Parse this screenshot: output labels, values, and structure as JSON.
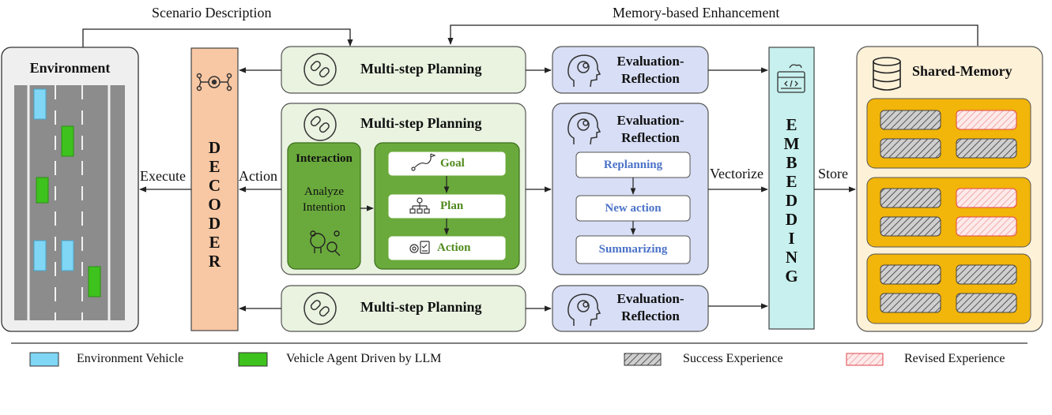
{
  "top_labels": {
    "scenario": "Scenario Description",
    "memory": "Memory-based Enhancement"
  },
  "environment": {
    "title": "Environment"
  },
  "decoder": {
    "letters": [
      "D",
      "E",
      "C",
      "O",
      "D",
      "E",
      "R"
    ]
  },
  "embedding": {
    "letters": [
      "E",
      "M",
      "B",
      "E",
      "D",
      "D",
      "I",
      "N",
      "G"
    ]
  },
  "planning": {
    "top_title": "Multi-step Planning",
    "middle_title": "Multi-step Planning",
    "bottom_title": "Multi-step Planning",
    "interaction_title": "Interaction",
    "interaction_line1": "Analyze",
    "interaction_line2": "Intention",
    "steps": [
      "Goal",
      "Plan",
      "Action"
    ]
  },
  "evaluation": {
    "top": [
      "Evaluation-",
      "Reflection"
    ],
    "middle": [
      "Evaluation-",
      "Reflection"
    ],
    "bottom": [
      "Evaluation-",
      "Reflection"
    ],
    "steps": [
      "Replanning",
      "New action",
      "Summarizing"
    ]
  },
  "flow_labels": {
    "execute": "Execute",
    "action": "Action",
    "vectorize": "Vectorize",
    "store": "Store"
  },
  "memory": {
    "title": "Shared-Memory"
  },
  "legend": {
    "env_vehicle": "Environment Vehicle",
    "agent_vehicle": "Vehicle Agent Driven by LLM",
    "success": "Success Experience",
    "revised": "Revised Experience"
  },
  "colors": {
    "env_vehicle": "#7fd6f5",
    "agent_vehicle": "#3ec21d",
    "decoder": "#f8c7a3",
    "embedding": "#c7f0ee",
    "planning_bg": "#e9f3e0",
    "interaction": "#6aaa3c",
    "evaluation_bg": "#d7def5",
    "memory_bg": "#fdf1d8",
    "memory_group": "#f2b509",
    "revised_stroke": "#e0464c"
  }
}
